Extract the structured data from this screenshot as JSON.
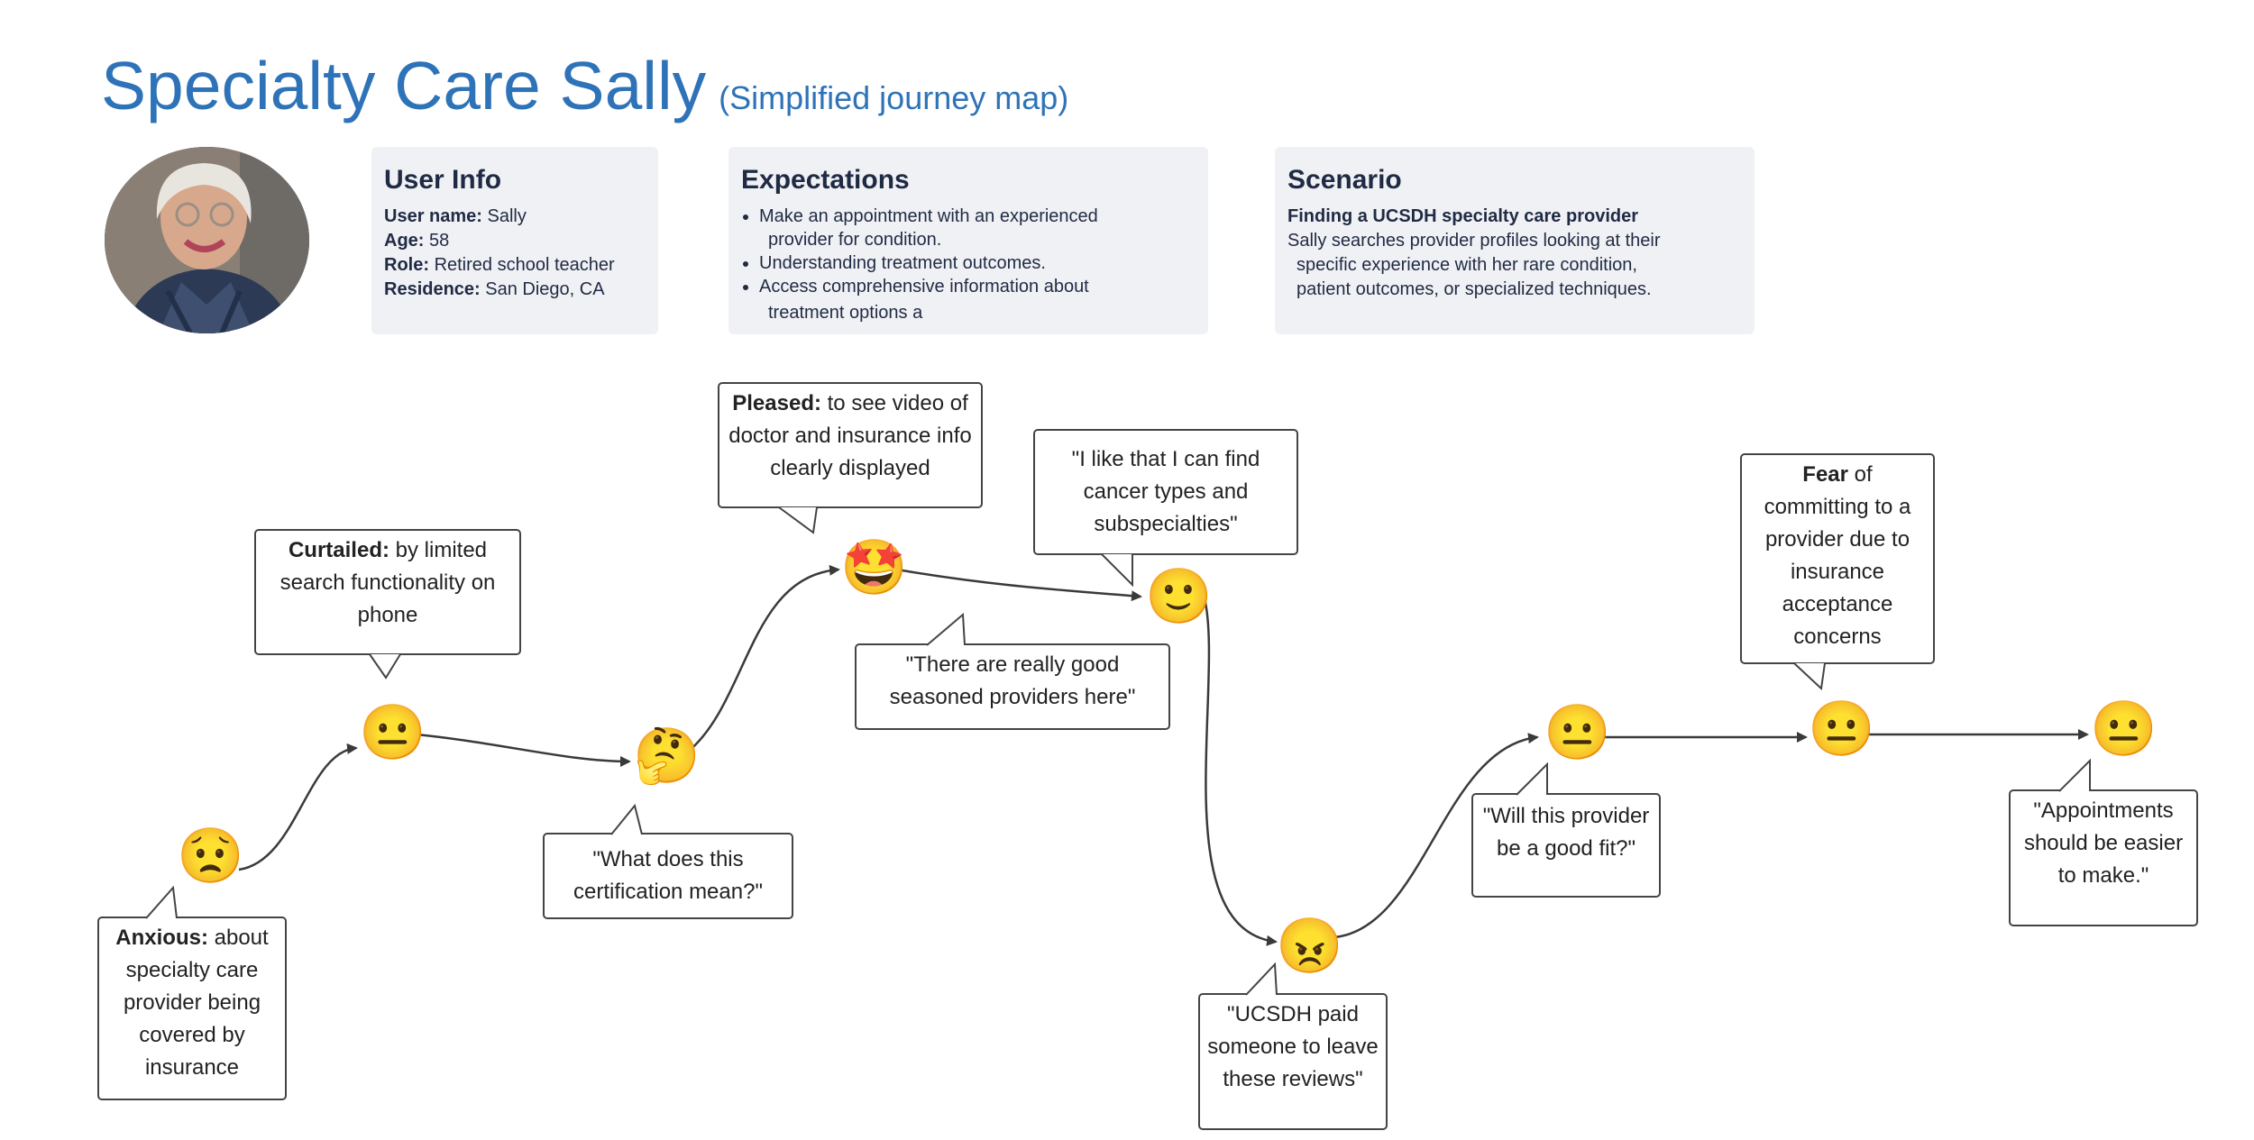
{
  "title": {
    "main": "Specialty Care Sally",
    "sub": "(Simplified journey map)"
  },
  "user_info": {
    "heading": "User Info",
    "rows": [
      {
        "label": "User name:",
        "value": "Sally"
      },
      {
        "label": "Age:",
        "value": "58"
      },
      {
        "label": "Role:",
        "value": "Retired school teacher"
      },
      {
        "label": "Residence:",
        "value": "San Diego, CA"
      }
    ]
  },
  "expectations": {
    "heading": "Expectations",
    "items": [
      "Make an appointment with an experienced",
      "Understanding treatment outcomes.",
      "Access comprehensive information about"
    ],
    "continuations": [
      "provider for condition.",
      "treatment options a"
    ]
  },
  "scenario": {
    "heading": "Scenario",
    "subheading": "Finding a UCSDH specialty care provider",
    "lines": [
      "Sally searches provider profiles looking at their",
      "specific experience with her rare condition,",
      "patient outcomes, or specialized techniques."
    ]
  },
  "journey": {
    "steps": [
      {
        "emoji": "😟",
        "icon": "worried-face-icon",
        "bold": "Anxious:",
        "text": " about specialty care provider being covered by insurance"
      },
      {
        "emoji": "😐",
        "icon": "neutral-face-icon",
        "bold": "Curtailed:",
        "text": " by limited search functionality on phone"
      },
      {
        "emoji": "🤔",
        "icon": "thinking-face-icon",
        "bold": "",
        "text": "\"What does this certification mean?\""
      },
      {
        "emoji": "🤩",
        "icon": "star-struck-face-icon",
        "bold": "Pleased:",
        "text": " to see video of doctor and insurance info clearly displayed"
      },
      {
        "emoji": "",
        "icon": "",
        "bold": "",
        "text": "\"There are really good seasoned providers here\""
      },
      {
        "emoji": "🙂",
        "icon": "slightly-smiling-face-icon",
        "bold": "",
        "text": "\"I like that I can find cancer types and subspecialties\""
      },
      {
        "emoji": "😠",
        "icon": "angry-face-icon",
        "bold": "",
        "text": "\"UCSDH paid someone to leave these reviews\""
      },
      {
        "emoji": "😐",
        "icon": "neutral-face-icon",
        "bold": "",
        "text": "\"Will this provider be a good fit?\""
      },
      {
        "emoji": "😐",
        "icon": "neutral-face-icon",
        "bold": "Fear",
        "text": " of committing to a provider due to insurance acceptance concerns"
      },
      {
        "emoji": "😐",
        "icon": "neutral-face-icon",
        "bold": "",
        "text": "\"Appointments should be easier to make.\""
      }
    ]
  },
  "colors": {
    "title": "#2e73b8",
    "card_bg": "#f0f1f4",
    "connector": "#3a3a3a"
  }
}
